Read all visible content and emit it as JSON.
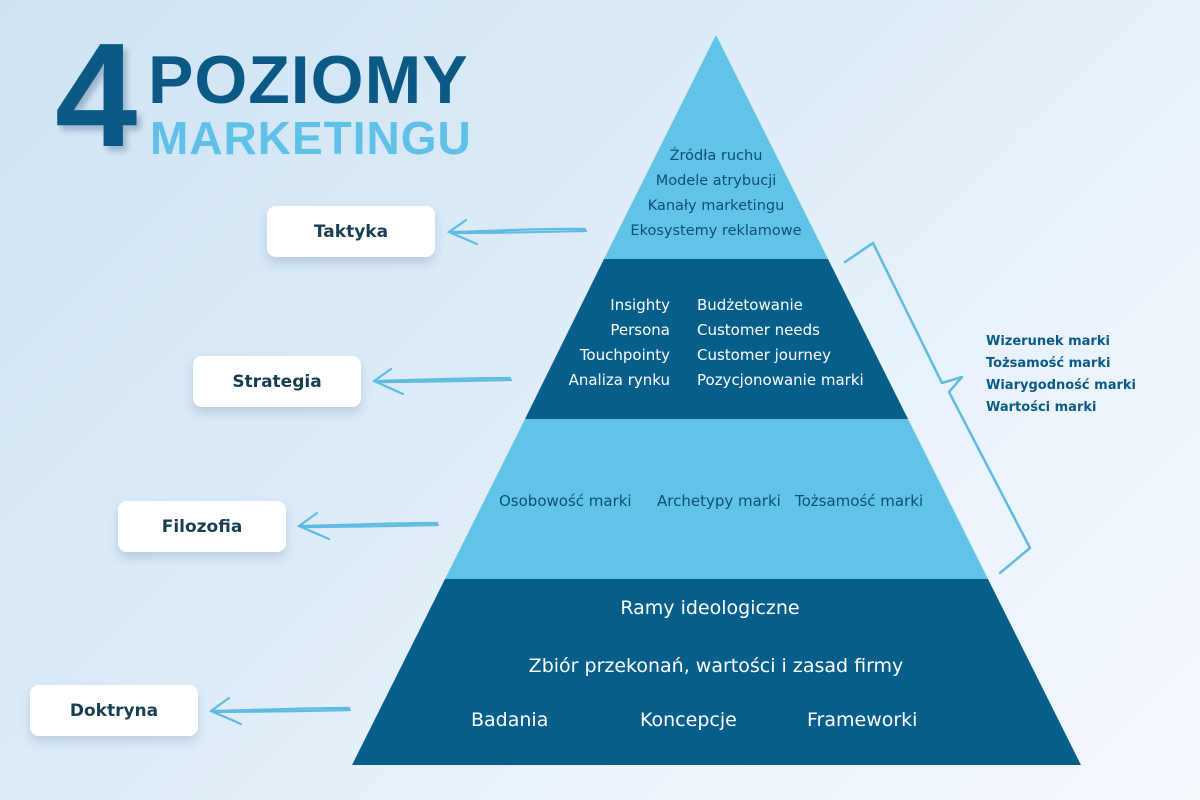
{
  "title": {
    "number": "4",
    "main": "POZIOMY",
    "sub": "MARKETINGU"
  },
  "colors": {
    "dark_blue": "#065f8a",
    "light_blue": "#62c3e8",
    "title_dark": "#0b5a85",
    "title_light": "#5fc0e8",
    "arrow": "#5fbbe3"
  },
  "levels": [
    {
      "label": "Taktyka",
      "items": [
        "Źródła ruchu",
        "Modele atrybucji",
        "Kanały marketingu",
        "Ekosystemy reklamowe"
      ]
    },
    {
      "label": "Strategia",
      "items_left": [
        "Insighty",
        "Persona",
        "Touchpointy",
        "Analiza rynku"
      ],
      "items_right": [
        "Budżetowanie",
        "Customer needs",
        "Customer journey",
        "Pozycjonowanie marki"
      ]
    },
    {
      "label": "Filozofia",
      "items": [
        "Osobowość marki",
        "Archetypy marki",
        "Tożsamość marki"
      ]
    },
    {
      "label": "Doktryna",
      "heading": "Ramy ideologiczne",
      "description": "Zbiór przekonań, wartości i zasad firmy",
      "items": [
        "Badania",
        "Koncepcje",
        "Frameworki"
      ]
    }
  ],
  "bracket_note": {
    "items": [
      "Wizerunek marki",
      "Tożsamość marki",
      "Wiarygodność marki",
      "Wartości marki"
    ]
  }
}
